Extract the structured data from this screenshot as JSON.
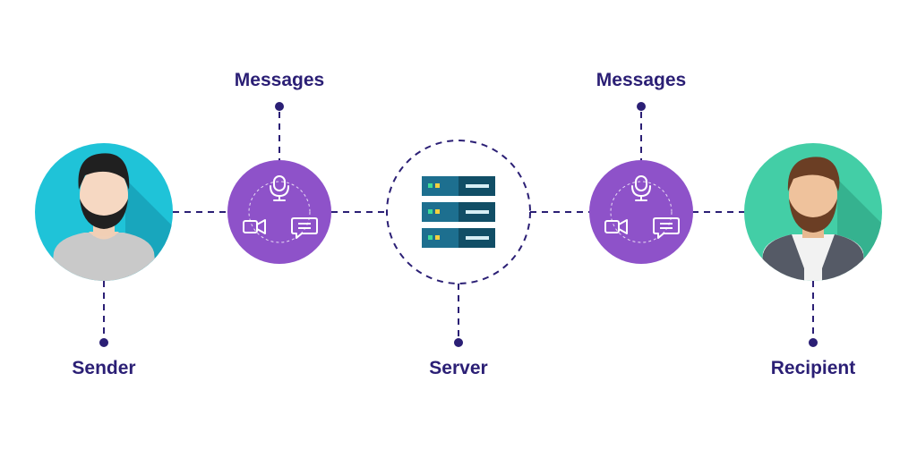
{
  "nodes": {
    "sender": {
      "label": "Sender",
      "circle_color": "#1fc3d8"
    },
    "messages_left": {
      "label": "Messages",
      "circle_color": "#8e52c9"
    },
    "server": {
      "label": "Server"
    },
    "messages_right": {
      "label": "Messages",
      "circle_color": "#8e52c9"
    },
    "recipient": {
      "label": "Recipient",
      "circle_color": "#43cea6"
    }
  },
  "colors": {
    "connector": "#2b1f75",
    "label": "#2b1f75",
    "server_rack": "#1d6f8f",
    "server_rack_dark": "#114e66"
  },
  "icons": [
    "microphone-icon",
    "video-camera-icon",
    "chat-bubble-icon",
    "server-rack-icon"
  ]
}
